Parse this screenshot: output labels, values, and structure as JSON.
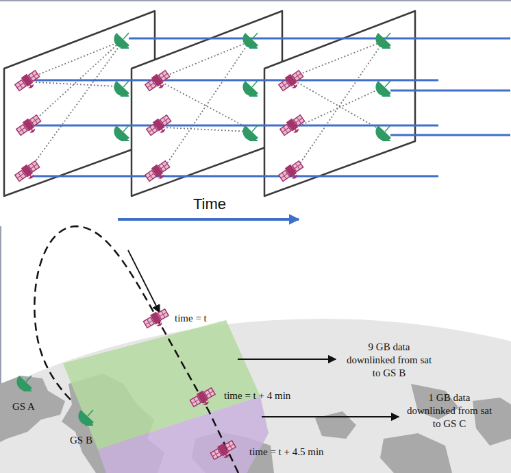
{
  "diagram": {
    "labels": [
      "Time",
      "time = t",
      "time = t + 4 min",
      "time = t + 4.5 min",
      "9 GB data downlinked from sat to GS B",
      "1 GB data downlinked from sat to GS C",
      "GS A",
      "GS B"
    ]
  }
}
